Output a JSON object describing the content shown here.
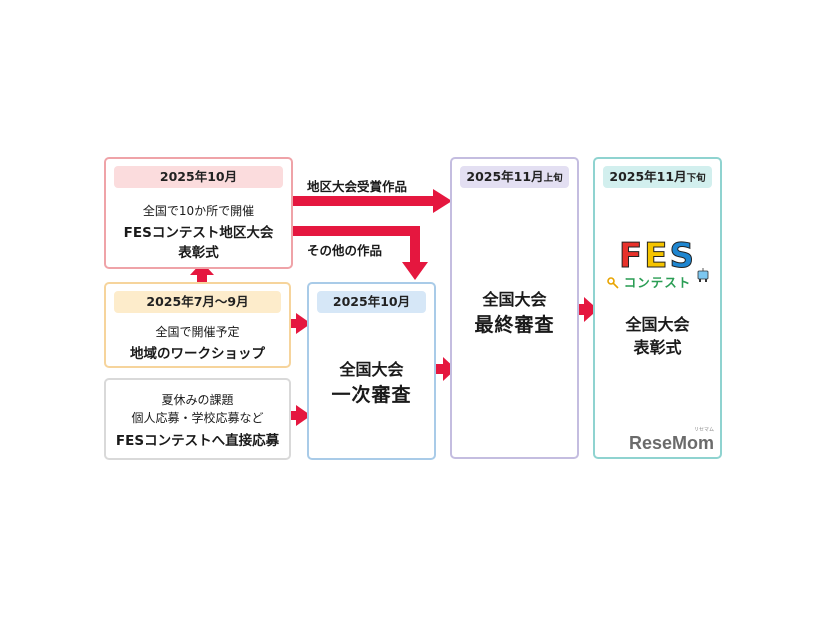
{
  "colors": {
    "arrow": "#e5173f",
    "district_border": "#efa3a8",
    "district_header": "#fbdcdd",
    "workshop_border": "#f6d49c",
    "workshop_header": "#fdeccb",
    "direct_border": "#d9d9d9",
    "first_border": "#a9cbe8",
    "first_header": "#d6e7f7",
    "final_border": "#c4bde0",
    "final_header": "#e3dff2",
    "award_border": "#8fd3d0",
    "award_header": "#d2efee"
  },
  "district": {
    "header": "2025年10月",
    "line1": "全国で10か所で開催",
    "line2": "FESコンテスト地区大会",
    "line3": "表彰式"
  },
  "workshop": {
    "header": "2025年7月～9月",
    "line1": "全国で開催予定",
    "line2": "地域のワークショップ"
  },
  "direct": {
    "line1": "夏休みの課題",
    "line2": "個人応募・学校応募など",
    "line3": "FESコンテストへ直接応募"
  },
  "first_review": {
    "header": "2025年10月",
    "line1": "全国大会",
    "line2": "一次審査"
  },
  "final_review": {
    "header_main": "2025年11月",
    "header_sub": "上旬",
    "line1": "全国大会",
    "line2": "最終審査"
  },
  "award": {
    "header_main": "2025年11月",
    "header_sub": "下旬",
    "line1": "全国大会",
    "line2": "表彰式",
    "logo_main": "FES",
    "logo_sub": "コンテスト"
  },
  "labels": {
    "winners": "地区大会受賞作品",
    "others": "その他の作品"
  },
  "watermark": {
    "text": "ReseMom",
    "ruby": "リセマム"
  }
}
